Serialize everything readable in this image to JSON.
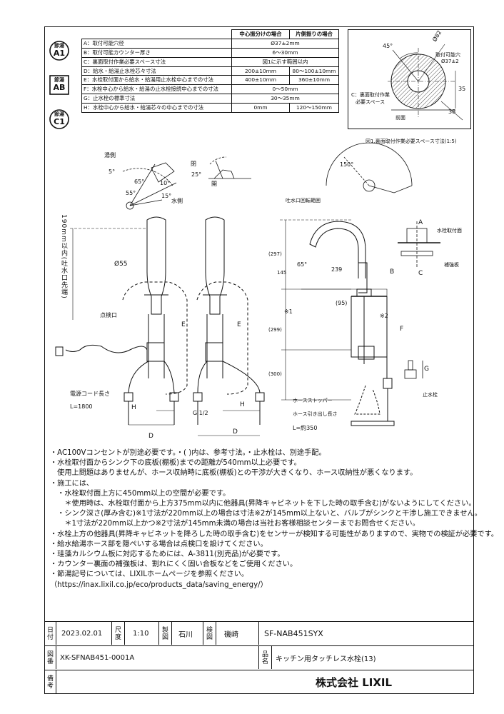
{
  "badges": [
    {
      "top": "節湯",
      "code": "A1"
    },
    {
      "top": "節湯",
      "code": "AB"
    },
    {
      "top": "節湯",
      "code": "C1"
    }
  ],
  "spec_table": {
    "header": [
      "中心振分けの場合",
      "片側振りの場合"
    ],
    "rows": [
      {
        "label": "A：取付可能穴径",
        "values": [
          "Ø37±2mm"
        ]
      },
      {
        "label": "B：取付可能カウンター厚さ",
        "values": [
          "6〜30mm"
        ]
      },
      {
        "label": "C：裏面取付作業必要スペース寸法",
        "values": [
          "図1に示す範囲以内"
        ]
      },
      {
        "label": "D：給水・給湯止水栓芯々寸法",
        "values": [
          "200±10mm",
          "80〜100±10mm"
        ]
      },
      {
        "label": "E：水栓取付面から給水・給湯用止水栓中心までの寸法",
        "values": [
          "400±10mm",
          "360±10mm"
        ]
      },
      {
        "label": "F：水栓中心から給水・給湯の止水栓接続中心までの寸法",
        "values": [
          "0〜50mm"
        ]
      },
      {
        "label": "G：止水栓の標準寸法",
        "values": [
          "30〜35mm"
        ]
      },
      {
        "label": "H：水栓中心から給水・給湯芯々の中心までの寸法",
        "values": [
          "0mm",
          "120〜150mm"
        ]
      }
    ]
  },
  "inset": {
    "caption": "図1.裏面取付作業必要スペース寸法(1:5)",
    "angle": "45°",
    "dia": "Ø82",
    "hole_label": "取付可能穴",
    "hole_value": "Ø37±2",
    "space_label1": "C：裏面取付作業",
    "space_label2": "必要スペース",
    "front": "前面",
    "d35": "35",
    "d38": "38"
  },
  "labels": {
    "yu": "湯側",
    "mizu": "水側",
    "hei": "閉",
    "kai": "開",
    "a5": "5°",
    "a65": "65°",
    "a10": "10°",
    "a55": "55°",
    "a15": "15°",
    "a25": "25°",
    "a150": "150°",
    "spout_range": "吐水口回転範囲",
    "h190": "190mm以内(吐水口先端)",
    "d55": "Ø55",
    "tenken": "点検口",
    "cord_len": "電源コード長さ",
    "cord_val": "L=1800",
    "E": "E",
    "H": "H",
    "D": "D",
    "G12": "G 1/2",
    "d297": "(297)",
    "d145": "145",
    "d299": "(299)",
    "d300": "(300)",
    "d239": "239",
    "d95": "(95)",
    "a65b": "65°",
    "x1": "※1",
    "x2": "※2",
    "B": "B",
    "F": "F",
    "A": "A",
    "C": "C",
    "G": "G",
    "mount_face": "水栓取付面",
    "plate": "補強板",
    "stopper": "ホースストッパー",
    "hose_len": "ホース引き出し長さ",
    "hose_val": "L=約350",
    "stopcock": "止水栓"
  },
  "notes": [
    "・AC100Vコンセントが別途必要です。・(  )内は、参考寸法。・止水栓は、別途手配。",
    "・水栓取付面からシンク下の底板(棚板)までの距離が540mm以上必要です。",
    "　使用上問題はありませんが、ホース収納時に底板(棚板)との干渉が大きくなり、ホース収納性が悪くなります。",
    "・施工には、",
    "　・水栓取付面上方に450mm以上の空間が必要です。",
    "　　＊使用時は、水栓取付面から上方375mm以内に他器具(昇降キャビネットを下した時の取手含む)がないようにしてください。",
    "　・シンク深さ(厚み含む)※1寸法が220mm以上の場合は寸法※2が145mm以上ないと、バルブがシンクと干渉し施工できません。",
    "　　＊1寸法が220mm以上かつ※2寸法が145mm未満の場合は当社お客様相談センターまでお問合せください。",
    "・水栓上方の他器具(昇降キャビネットを降ろした時の取手含む)をセンサーが検知する可能性がありますので、実物での検証が必要です。",
    "・給水給湯ホース部を隠ぺいする場合は点検口を設けてください。",
    "・珪藻カルシウム板に対応するためには、A-3811(別売品)が必要です。",
    "・カウンター裏面の補強板は、割れにくく固い合板などをご使用ください。",
    "・節湯記号については、LIXILホームページを参照ください。",
    "（https://inax.lixil.co.jp/eco/products_data/saving_energy/）"
  ],
  "title_block": {
    "date_label": "日付",
    "date": "2023.02.01",
    "scale_label": "尺度",
    "scale": "1:10",
    "drawn_label": "製図",
    "drawn": "石川",
    "check_label": "検図",
    "check": "磯崎",
    "model": "SF-NAB451SYX",
    "drawno_label": "図番",
    "drawno": "XK-SFNAB451-0001A",
    "name_label": "品名",
    "name": "キッチン用タッチレス水栓(13)",
    "remark_label": "備考",
    "company": "株式会社 LIXIL"
  }
}
